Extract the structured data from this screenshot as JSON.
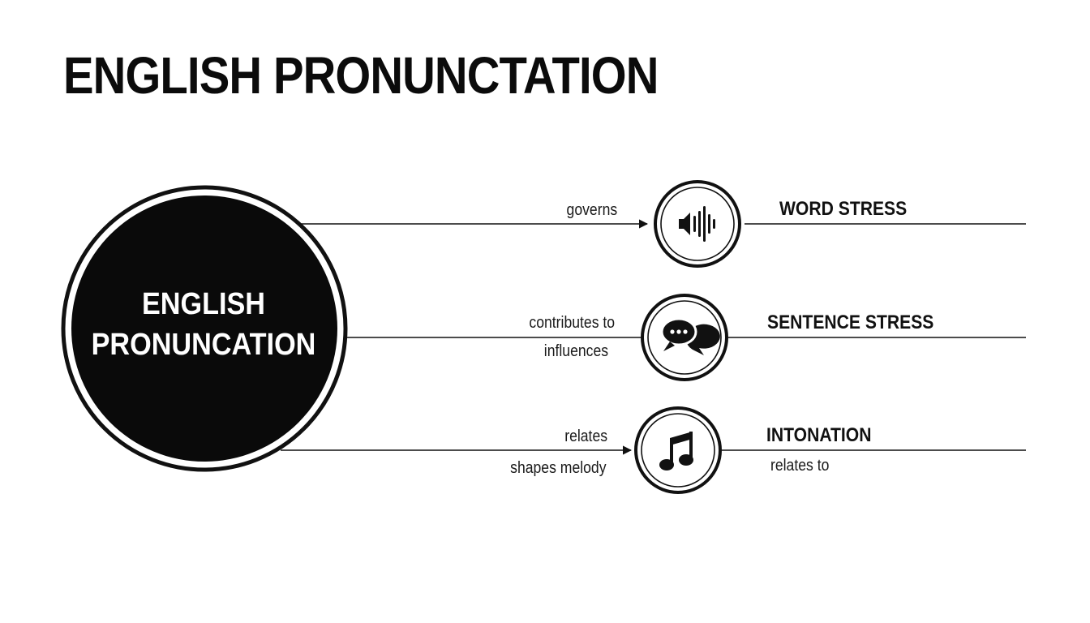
{
  "title": "ENGLISH PRONUNCTATION",
  "main_node": {
    "line1": "ENGLISH",
    "line2": "PRONUNCATION"
  },
  "branches": [
    {
      "label": "WORD STRESS",
      "icon": "sound-wave-icon",
      "edge_labels": [
        "governs"
      ],
      "after_labels": []
    },
    {
      "label": "SENTENCE STRESS",
      "icon": "speech-bubbles-icon",
      "edge_labels": [
        "contributes to",
        "influences"
      ],
      "after_labels": []
    },
    {
      "label": "INTONATION",
      "icon": "music-note-icon",
      "edge_labels": [
        "relates",
        "shapes melody"
      ],
      "after_labels": [
        "relates to"
      ]
    }
  ],
  "colors": {
    "ink": "#111111",
    "background": "#ffffff"
  }
}
